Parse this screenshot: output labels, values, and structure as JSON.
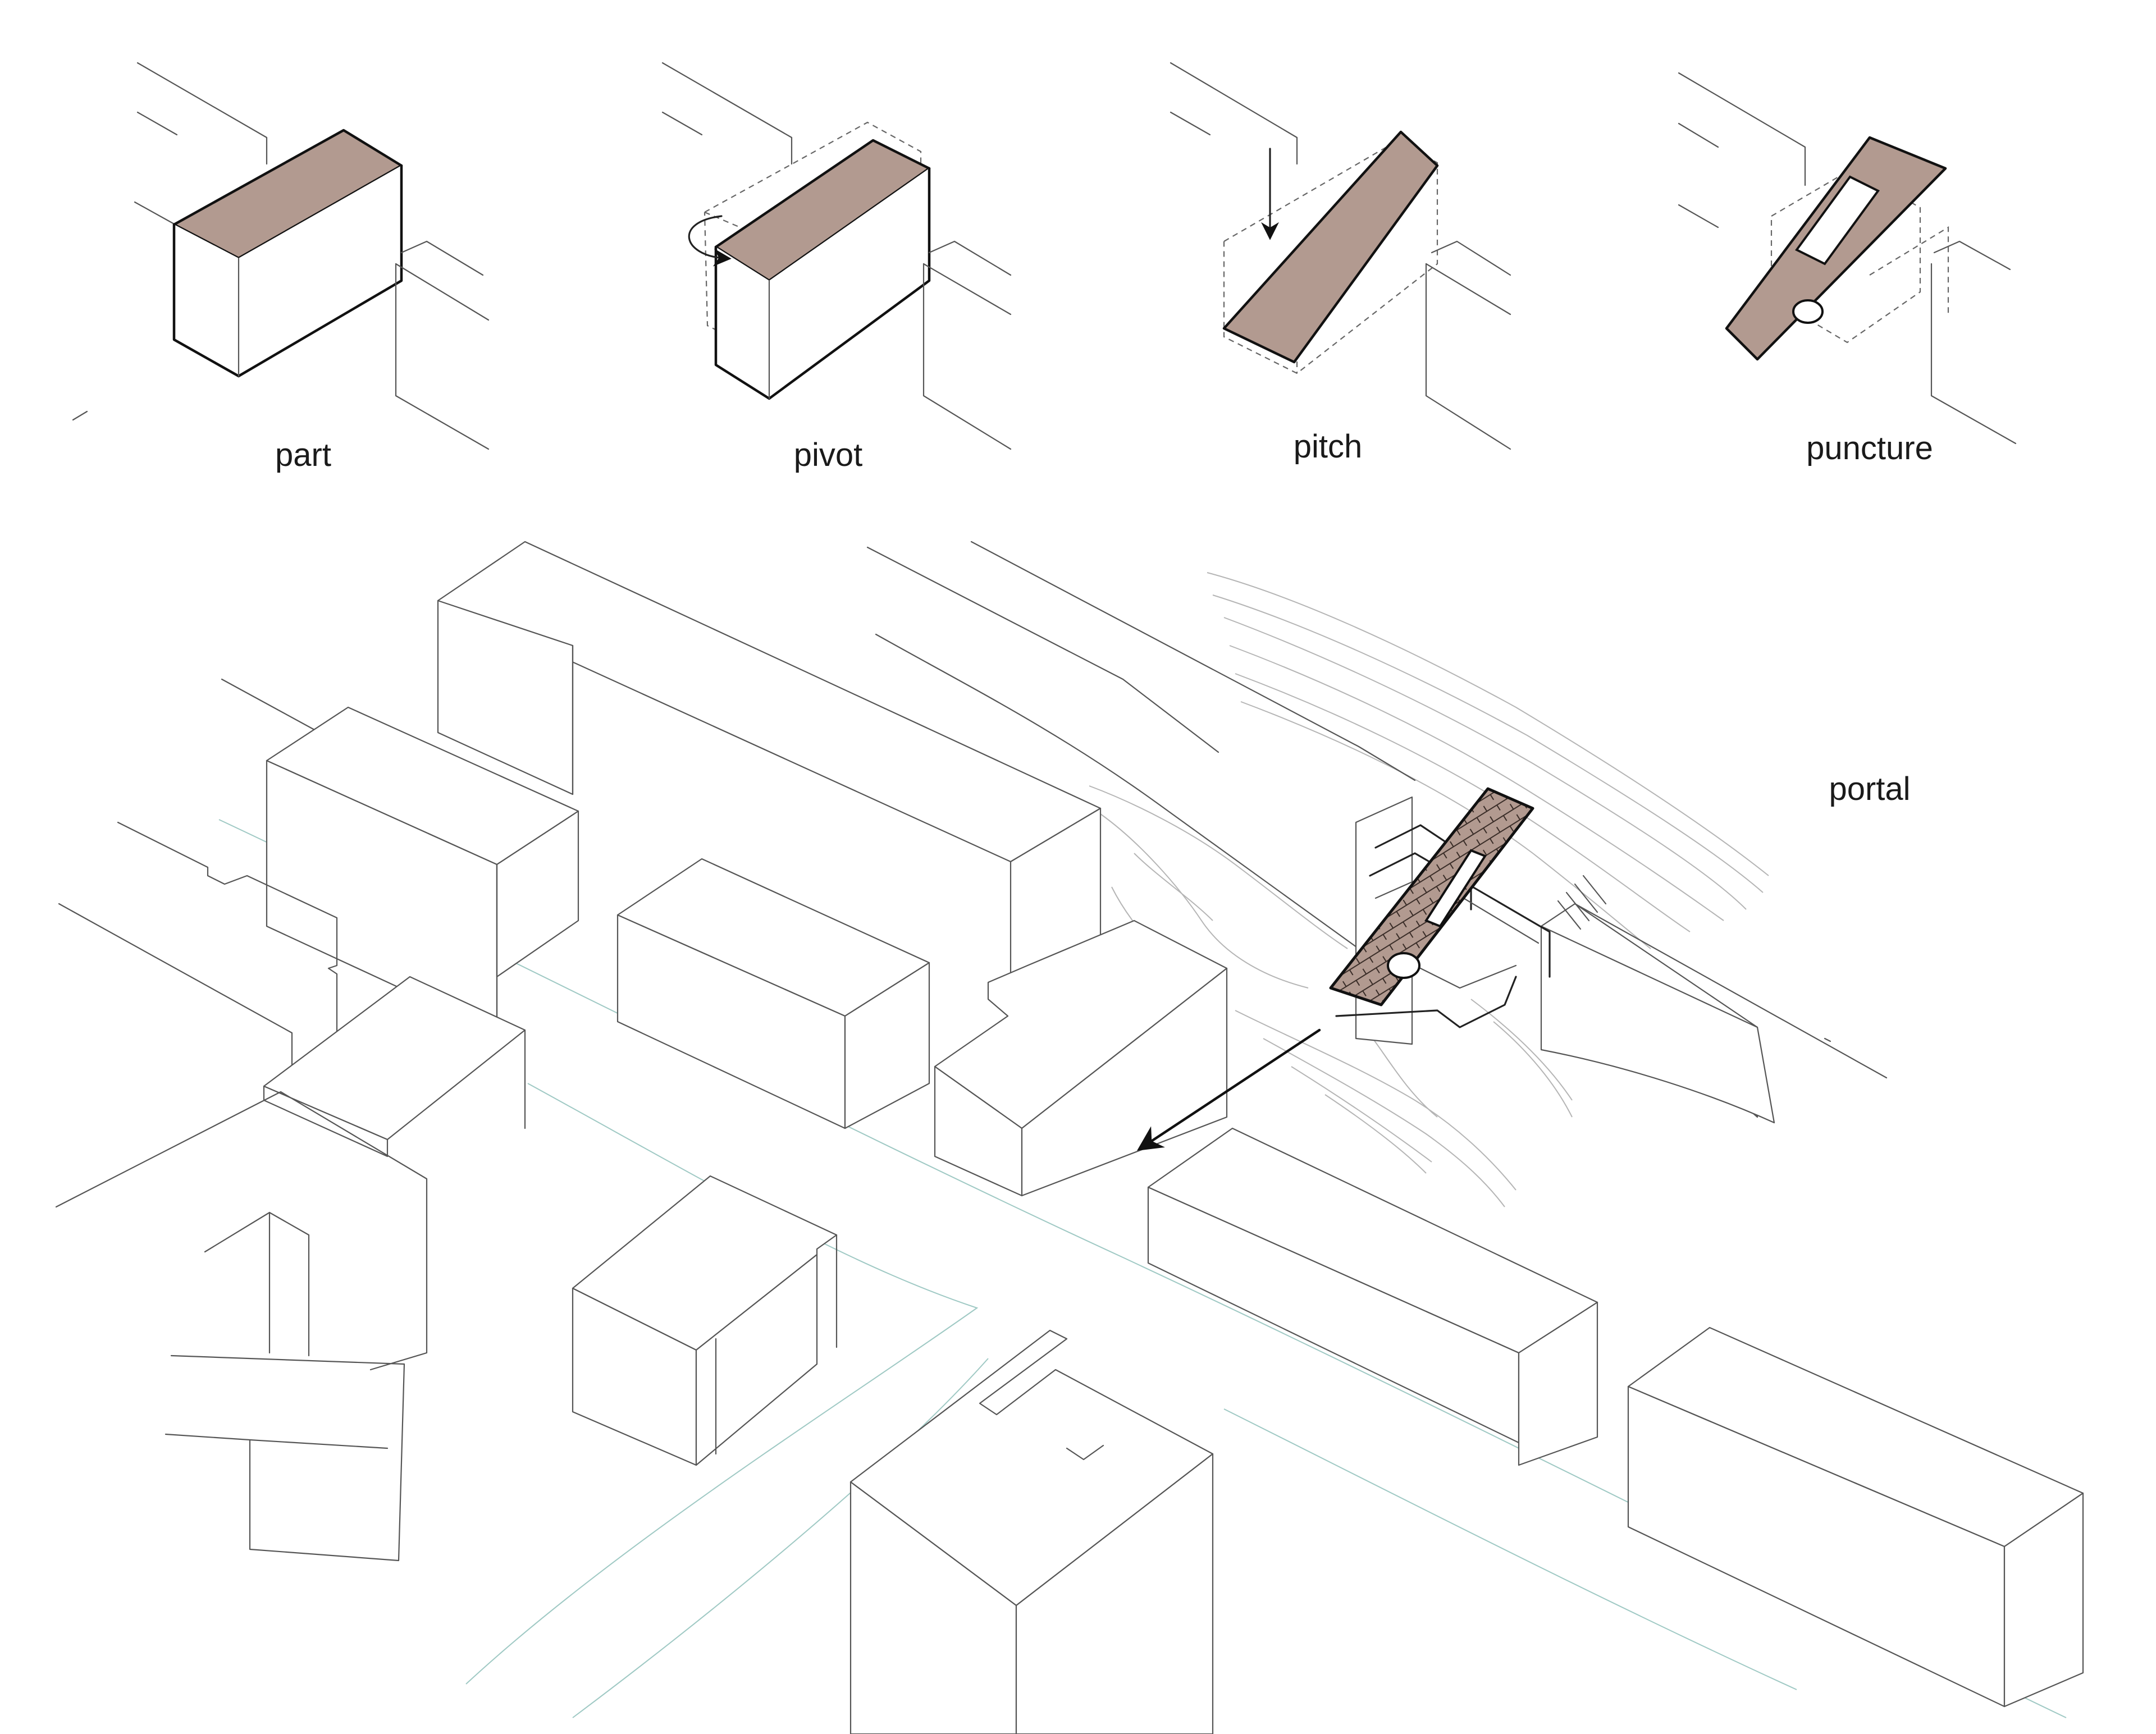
{
  "steps": [
    {
      "label": "part"
    },
    {
      "label": "pivot"
    },
    {
      "label": "pitch"
    },
    {
      "label": "puncture"
    }
  ],
  "main": {
    "label": "portal"
  },
  "colors": {
    "mass_fill": "#b29a90",
    "ink": "#111111",
    "line": "#555555",
    "contour": "#b5b5b5",
    "street_line": "#9fc9c4"
  },
  "icons": {
    "rotation": "rotate-arrow-icon",
    "press": "down-arrow-icon",
    "direction": "direction-arrow-icon"
  }
}
